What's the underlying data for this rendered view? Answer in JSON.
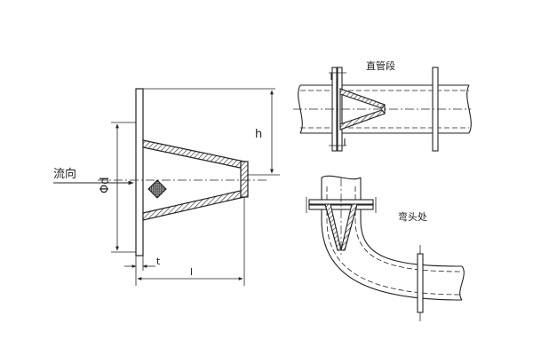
{
  "labels": {
    "flow_direction": "流向",
    "diameter": "Φd",
    "height": "h",
    "thickness": "t",
    "length": "l",
    "straight_section": "直管段",
    "elbow_section": "弯头处"
  },
  "colors": {
    "line": "#222222",
    "fill": "#ffffff"
  }
}
